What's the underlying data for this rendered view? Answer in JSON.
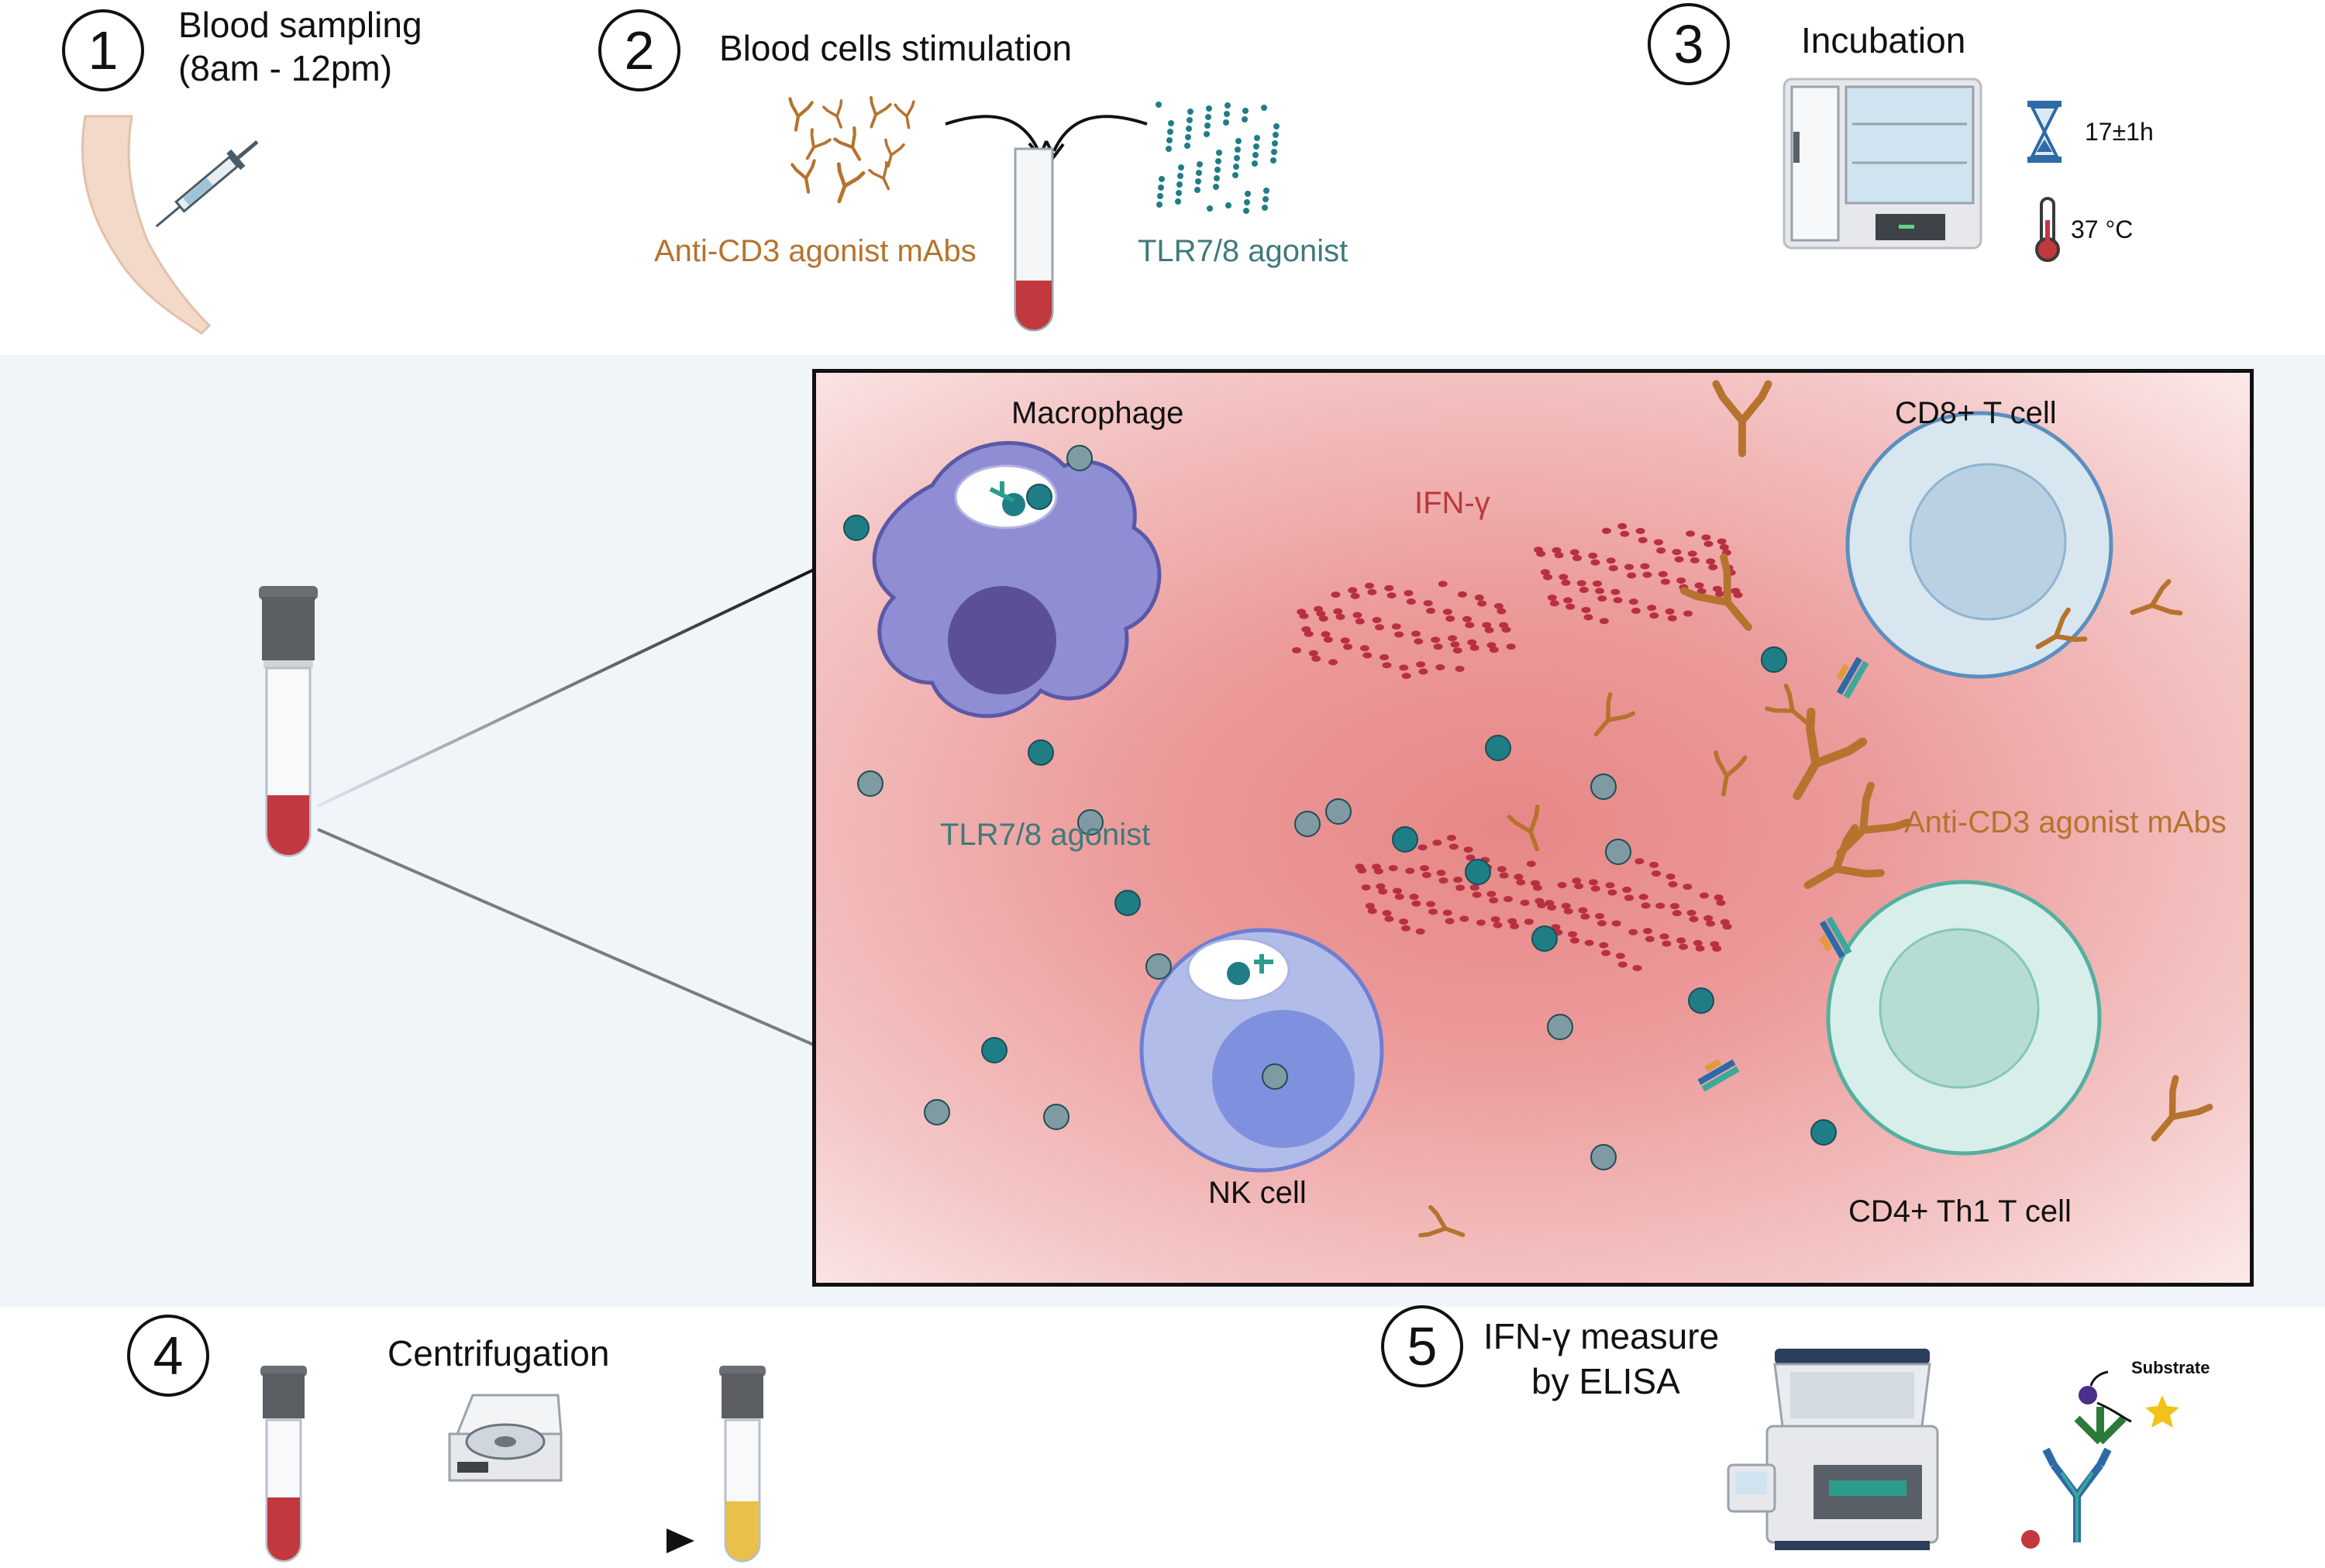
{
  "steps": {
    "s1": {
      "number": "1",
      "title": "Blood sampling",
      "subtitle": "(8am - 12pm)"
    },
    "s2": {
      "number": "2",
      "title": "Blood cells stimulation",
      "left_label": "Anti-CD3 agonist mAbs",
      "right_label": "TLR7/8 agonist"
    },
    "s3": {
      "number": "3",
      "title": "Incubation",
      "time": "17±1h",
      "temperature": "37 °C"
    },
    "s4": {
      "number": "4",
      "title": "Centrifugation"
    },
    "s5": {
      "number": "5",
      "title_line1": "IFN-γ measure",
      "title_line2": "by ELISA",
      "substrate": "Substrate"
    }
  },
  "zoom": {
    "macrophage": "Macrophage",
    "cd8": "CD8+ T cell",
    "nk": "NK cell",
    "cd4": "CD4+ Th1 T cell",
    "ifn": "IFN-γ",
    "tlr": "TLR7/8 agonist",
    "anticd3": "Anti-CD3 agonist mAbs"
  },
  "colors": {
    "antibody": "#b5732e",
    "agonist_teal": "#1f7d86",
    "agonist_grey": "#7f9aa3",
    "ifn": "#b83040",
    "blood": "#c2383f",
    "plasma": "#e8c04a"
  }
}
